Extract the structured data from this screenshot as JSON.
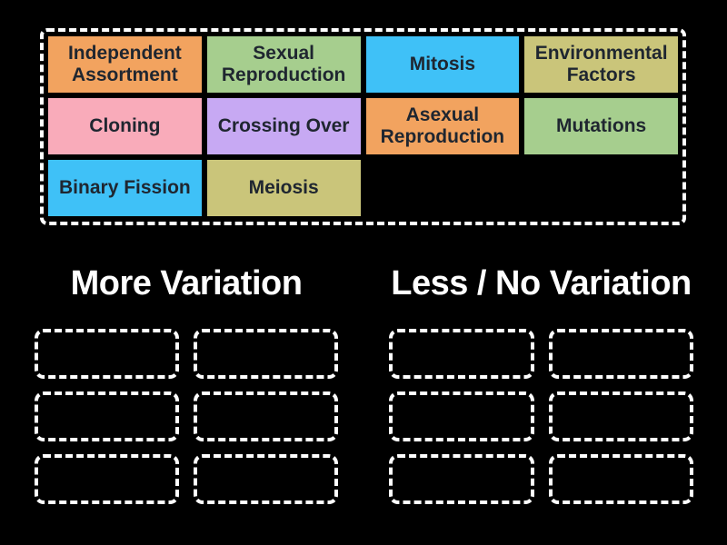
{
  "background_color": "#000000",
  "board": {
    "border_color": "#ffffff",
    "text_color": "#1F2630",
    "tiles": [
      {
        "label": "Independent Assortment",
        "color": "#F2A35F"
      },
      {
        "label": "Sexual Reproduction",
        "color": "#A6CE8E"
      },
      {
        "label": "Mitosis",
        "color": "#3FC1F7"
      },
      {
        "label": "Environmental Factors",
        "color": "#CAC57A"
      },
      {
        "label": "Cloning",
        "color": "#F9ABBA"
      },
      {
        "label": "Crossing Over",
        "color": "#C7A9F3"
      },
      {
        "label": "Asexual Reproduction",
        "color": "#F2A35F"
      },
      {
        "label": "Mutations",
        "color": "#A6CE8E"
      },
      {
        "label": "Binary Fission",
        "color": "#3FC1F7"
      },
      {
        "label": "Meiosis",
        "color": "#CAC57A"
      }
    ]
  },
  "groups": [
    {
      "title": "More Variation",
      "slot_count": 6
    },
    {
      "title": "Less / No Variation",
      "slot_count": 6
    }
  ]
}
